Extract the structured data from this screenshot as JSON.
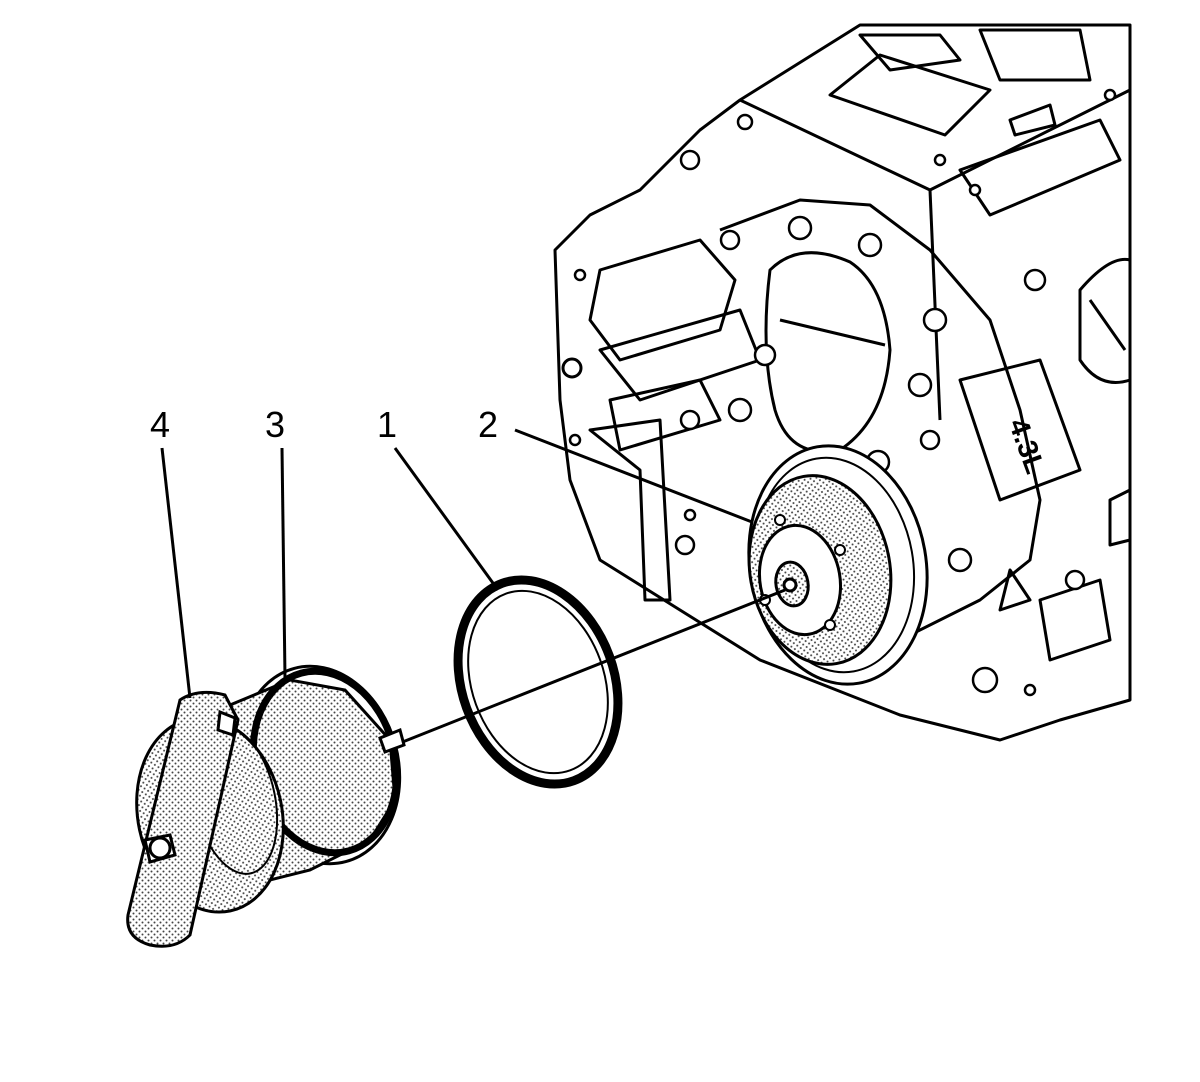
{
  "colors": {
    "ink": "#000000",
    "paper": "#ffffff",
    "stipple": "#bfbfbf"
  },
  "callouts": [
    {
      "id": "1",
      "label": "1"
    },
    {
      "id": "2",
      "label": "2"
    },
    {
      "id": "3",
      "label": "3"
    },
    {
      "id": "4",
      "label": "4"
    }
  ],
  "block_marking": "4.3L"
}
